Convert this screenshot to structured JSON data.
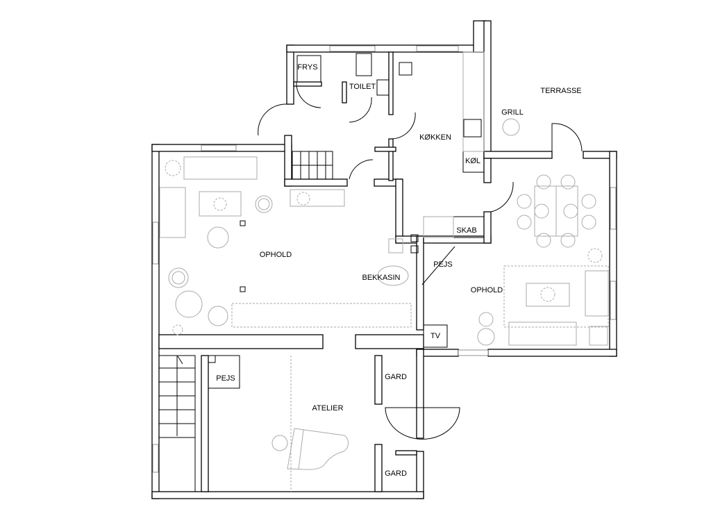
{
  "title": "Floor plan",
  "rooms": {
    "frys": "FRYS",
    "toilet": "TOILET",
    "kokken": "KØKKEN",
    "kol": "KØL",
    "terrasse": "TERRASSE",
    "grill": "GRILL",
    "skab": "SKAB",
    "ophold_left": "OPHOLD",
    "bekkasin": "BEKKASIN",
    "pejs_center": "PEJS",
    "ophold_right": "OPHOLD",
    "tv": "TV",
    "pejs_atelier": "PEJS",
    "gard_top": "GARD",
    "atelier": "ATELIER",
    "gard_bottom": "GARD"
  }
}
